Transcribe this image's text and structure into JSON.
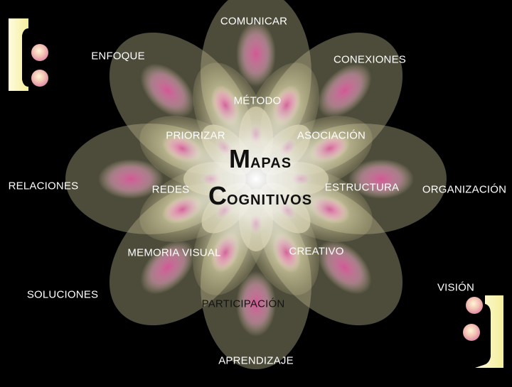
{
  "title": {
    "line1_initial": "M",
    "line1_rest": "APAS",
    "line2_initial": "C",
    "line2_rest": "OGNITIVOS"
  },
  "outer_words": {
    "top": "COMUNICAR",
    "top_right": "CONEXIONES",
    "right": "ORGANIZACIÓN",
    "bottom_right": "VISIÓN",
    "bottom": "APRENDIZAJE",
    "bottom_left": "SOLUCIONES",
    "left": "RELACIONES",
    "top_left": "ENFOQUE"
  },
  "inner_words": {
    "top": "MÉTODO",
    "top_right": "ASOCIACIÓN",
    "right": "ESTRUCTURA",
    "bottom_right": "CREATIVO",
    "bottom": "PARTICIPACIÓN",
    "bottom_left": "MEMORIA VISUAL",
    "left": "REDES",
    "top_left": "PRIORIZAR"
  },
  "colors": {
    "background": "#000000",
    "petal_olive": "#c9c38c",
    "petal_pink": "#e07aa8",
    "cream": "#fff4c0",
    "text_light": "#ffffff",
    "text_dark": "#141414"
  }
}
